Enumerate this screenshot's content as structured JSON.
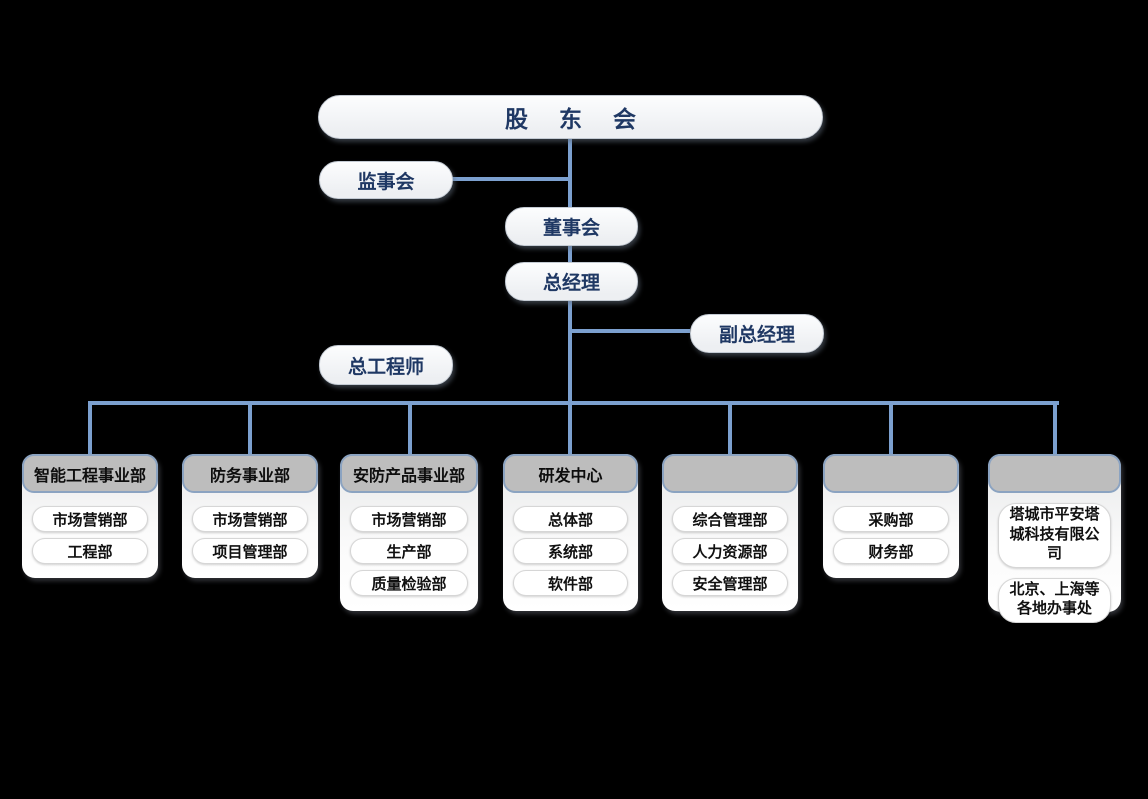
{
  "style": {
    "canvas_bg": "#000000",
    "line_color": "#7CA0CF",
    "node_text_color": "#1F3864",
    "header_bg": "#BDBDBD",
    "header_border": "#8BA3C1"
  },
  "nodes": {
    "shareholders": {
      "label": "股东会"
    },
    "supervisory_board": {
      "label": "监事会"
    },
    "board_of_directors": {
      "label": "董事会"
    },
    "general_manager": {
      "label": "总经理"
    },
    "deputy_general_manager": {
      "label": "副总经理"
    },
    "chief_engineer": {
      "label": "总工程师"
    }
  },
  "groups": [
    {
      "header": "智能工程事业部",
      "items": [
        "市场营销部",
        "工程部"
      ]
    },
    {
      "header": "防务事业部",
      "items": [
        "市场营销部",
        "项目管理部"
      ]
    },
    {
      "header": "安防产品事业部",
      "items": [
        "市场营销部",
        "生产部",
        "质量检验部"
      ]
    },
    {
      "header": "研发中心",
      "items": [
        "总体部",
        "系统部",
        "软件部"
      ]
    },
    {
      "header": "",
      "items": [
        "综合管理部",
        "人力资源部",
        "安全管理部"
      ]
    },
    {
      "header": "",
      "items": [
        "采购部",
        "财务部"
      ]
    },
    {
      "header": "",
      "items": [
        "塔城市平安塔城科技有限公司",
        "北京、上海等各地办事处"
      ]
    }
  ]
}
